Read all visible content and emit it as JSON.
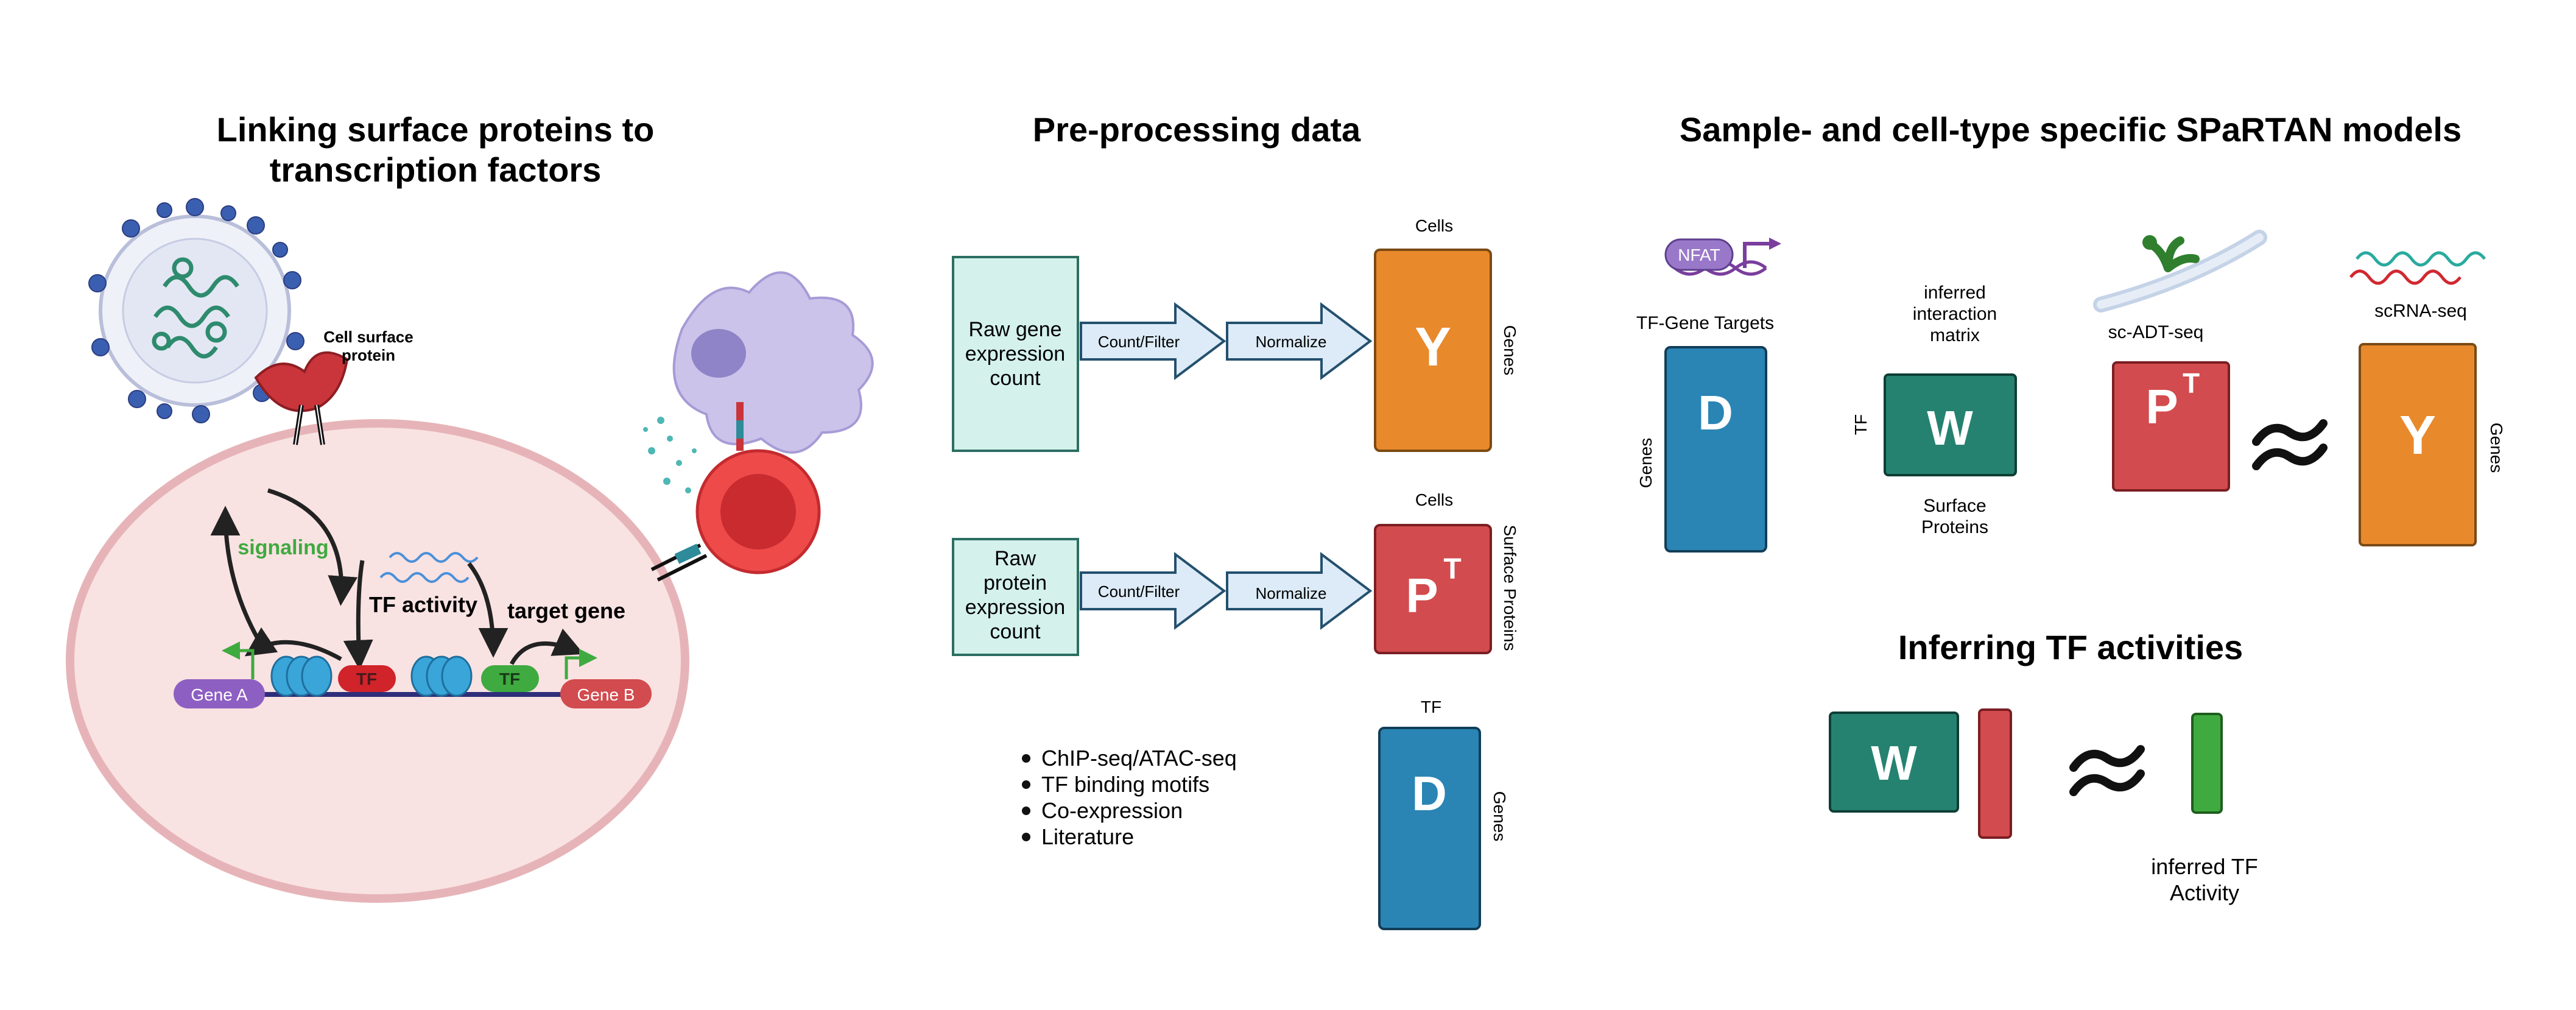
{
  "panel1": {
    "title_line1": "Linking surface proteins to",
    "title_line2": "transcription factors",
    "cell_surface_line1": "Cell surface",
    "cell_surface_line2": "protein",
    "signaling": "signaling",
    "tf_activity": "TF activity",
    "target_gene": "target gene",
    "gene_a": "Gene A",
    "gene_b": "Gene B",
    "tf_label_red": "TF",
    "tf_label_green": "TF"
  },
  "panel2": {
    "title": "Pre-processing data",
    "raw_gene_line1": "Raw gene",
    "raw_gene_line2": "expression",
    "raw_gene_line3": "count",
    "raw_protein_line1": "Raw",
    "raw_protein_line2": "protein",
    "raw_protein_line3": "expression",
    "raw_protein_line4": "count",
    "count_filter_1": "Count/Filter",
    "normalize_1": "Normalize",
    "count_filter_2": "Count/Filter",
    "normalize_2": "Normalize",
    "y_matrix": {
      "letter": "Y",
      "top": "Cells",
      "side": "Genes"
    },
    "p_matrix": {
      "letter": "P",
      "sup": "T",
      "top": "Cells",
      "side": "Surface Proteins"
    },
    "d_matrix": {
      "letter": "D",
      "top": "TF",
      "side": "Genes"
    },
    "bullets": [
      "ChIP-seq/ATAC-seq",
      "TF binding motifs",
      "Co-expression",
      "Literature"
    ]
  },
  "panel3": {
    "title": "Sample- and cell-type specific SPaRTAN models",
    "nfat": "NFAT",
    "tf_gene_targets": "TF-Gene Targets",
    "d_letter": "D",
    "d_side": "Genes",
    "inferred_line1": "inferred",
    "inferred_line2": "interaction",
    "inferred_line3": "matrix",
    "w_letter": "W",
    "w_side": "TF",
    "surface_line1": "Surface",
    "surface_line2": "Proteins",
    "sc_adt": "sc-ADT-seq",
    "p_letter": "P",
    "p_sup": "T",
    "scrna": "scRNA-seq",
    "y_letter": "Y",
    "y_side": "Genes",
    "infer_title": "Inferring TF activities",
    "w2_letter": "W",
    "inferred_tf_line1": "inferred TF",
    "inferred_tf_line2": "Activity"
  },
  "colors": {
    "orange": "#E8892C",
    "red": "#D24B4E",
    "blue": "#2A85B5",
    "teal": "#268270",
    "green": "#3FAA3F",
    "mint_box": "#D4F1EC",
    "cell_fill": "#F9E2E2",
    "cell_stroke": "#E6B4B8"
  }
}
